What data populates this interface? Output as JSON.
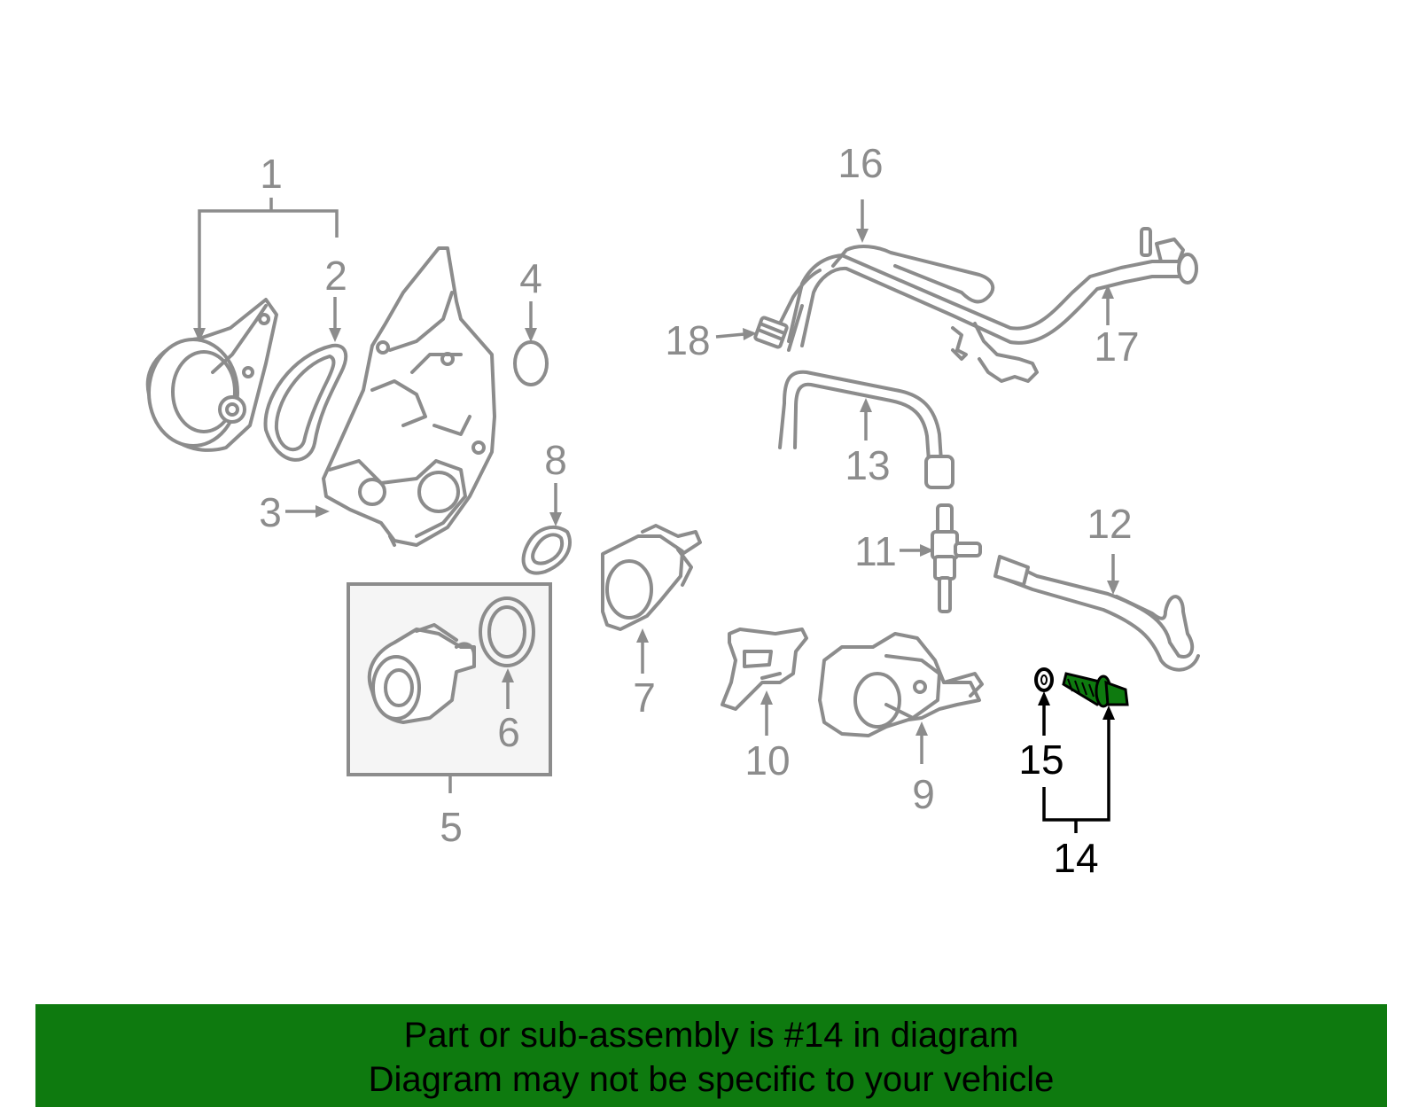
{
  "diagram": {
    "callouts": [
      "1",
      "2",
      "3",
      "4",
      "5",
      "6",
      "7",
      "8",
      "9",
      "10",
      "11",
      "12",
      "13",
      "14",
      "15",
      "16",
      "17",
      "18"
    ],
    "highlight_part": "14",
    "colors": {
      "part_line": "#8c8c8c",
      "highlight_part": "#0e7a0f",
      "highlight_text": "#000000",
      "banner_bg": "#0e7a0f"
    }
  },
  "banner": {
    "line1": "Part or sub-assembly is #14 in diagram",
    "line2": "Diagram may not be specific to your vehicle"
  }
}
